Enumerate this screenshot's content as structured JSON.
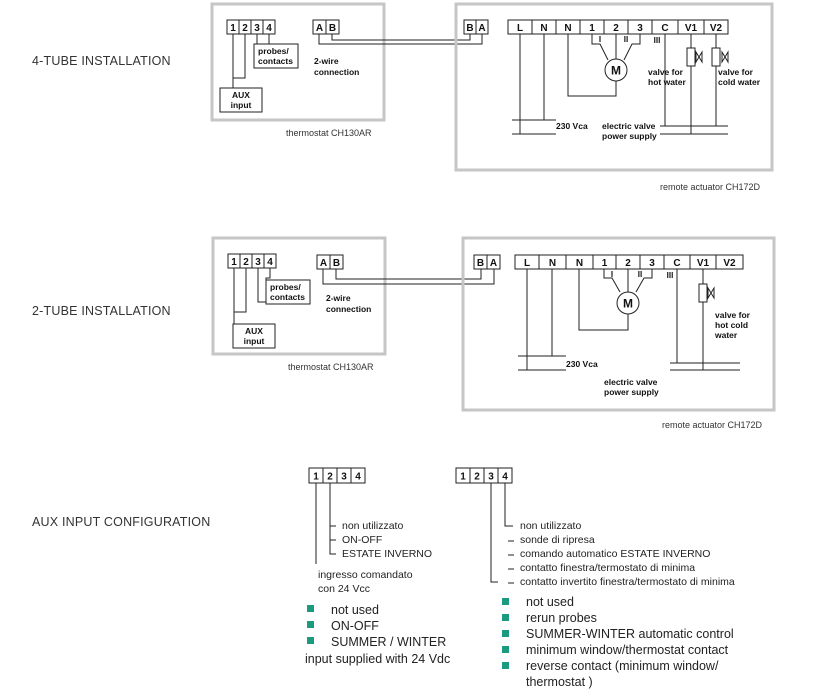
{
  "sections": {
    "four_tube": "4-TUBE INSTALLATION",
    "two_tube": "2-TUBE INSTALLATION",
    "aux": "AUX INPUT CONFIGURATION"
  },
  "thermostat": {
    "caption": "thermostat CH130AR",
    "terminals": [
      "1",
      "2",
      "3",
      "4"
    ],
    "bus_terminals": [
      "A",
      "B"
    ],
    "aux_line1": "AUX",
    "aux_line2": "input",
    "probes_line1": "probes/",
    "probes_line2": "contacts",
    "conn_line1": "2-wire",
    "conn_line2": "connection"
  },
  "actuator": {
    "caption": "remote actuator CH172D",
    "bus_terminals": [
      "B",
      "A"
    ],
    "terminals": [
      "L",
      "N",
      "N",
      "1",
      "2",
      "3",
      "C",
      "V1",
      "V2"
    ],
    "motor": "M",
    "speeds": [
      "I",
      "II",
      "III"
    ],
    "supply": "230 Vca",
    "valve_supply_line1": "electric valve",
    "valve_supply_line2": "power supply",
    "hot_line1": "valve for",
    "hot_line2": "hot water",
    "cold_line1": "valve for",
    "cold_line2": "cold water",
    "hc_line1": "valve for",
    "hc_line2": "hot cold",
    "hc_line3": "water"
  },
  "aux_config": {
    "left": {
      "terminals": [
        "1",
        "2",
        "3",
        "4"
      ],
      "it_options": [
        "non utilizzato",
        "ON-OFF",
        "ESTATE INVERNO"
      ],
      "note_line1": "ingresso comandato",
      "note_line2": "con 24 Vcc",
      "en_options": [
        "not used",
        "ON-OFF",
        "SUMMER / WINTER"
      ],
      "en_note": "input supplied with 24 Vdc"
    },
    "right": {
      "terminals": [
        "1",
        "2",
        "3",
        "4"
      ],
      "it_options": [
        "non utilizzato",
        "sonde di ripresa",
        "comando automatico ESTATE INVERNO",
        "contatto finestra/termostato di minima",
        "contatto invertito finestra/termostato di minima"
      ],
      "en_options": [
        "not used",
        "rerun probes",
        "SUMMER-WINTER automatic control",
        "minimum window/thermostat contact",
        "reverse contact (minimum window/"
      ],
      "en_extra": "thermostat )"
    }
  }
}
